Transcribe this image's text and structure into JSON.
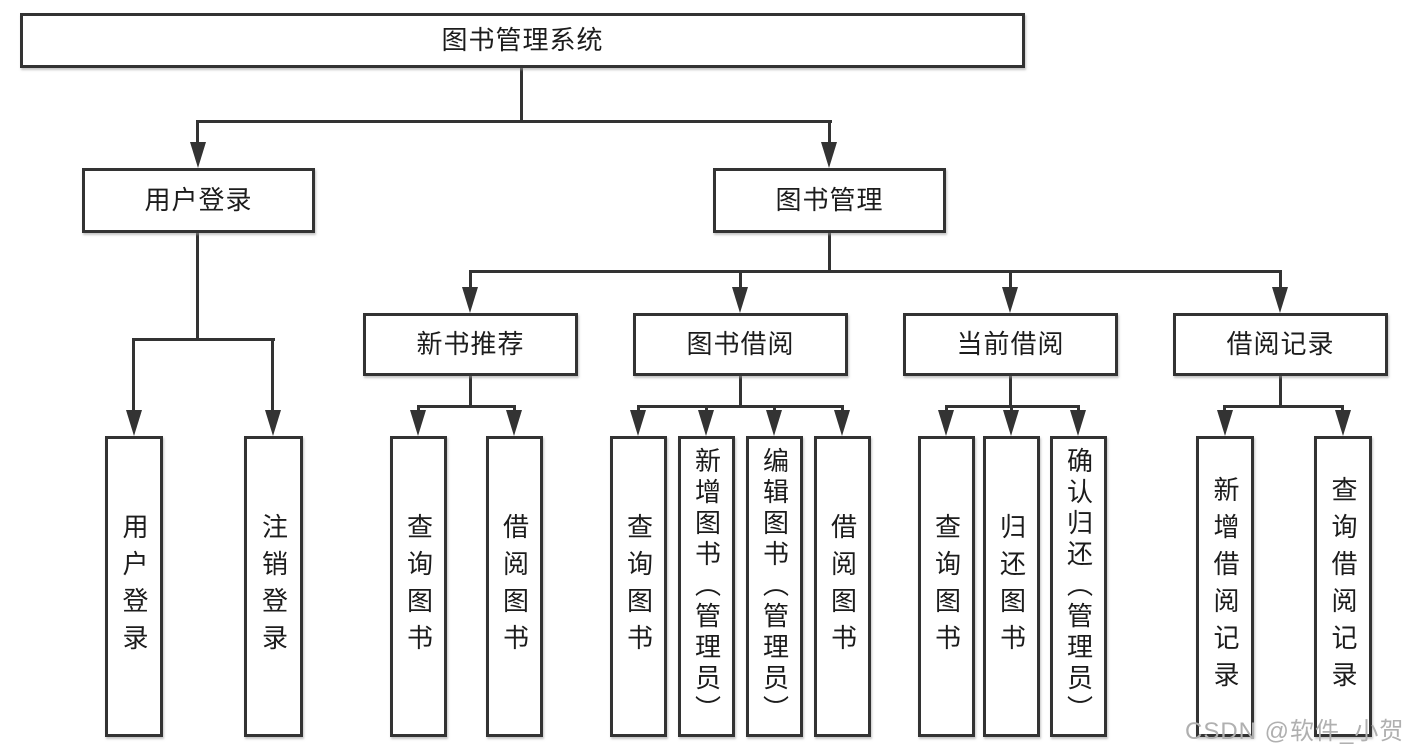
{
  "tree": {
    "label": "图书管理系统",
    "children": [
      {
        "label": "用户登录",
        "children": [
          {
            "label": "用户登录"
          },
          {
            "label": "注销登录"
          }
        ]
      },
      {
        "label": "图书管理",
        "children": [
          {
            "label": "新书推荐",
            "children": [
              {
                "label": "查询图书"
              },
              {
                "label": "借阅图书"
              }
            ]
          },
          {
            "label": "图书借阅",
            "children": [
              {
                "label": "查询图书"
              },
              {
                "label": "新增图书（管理员）"
              },
              {
                "label": "编辑图书（管理员）"
              },
              {
                "label": "借阅图书"
              }
            ]
          },
          {
            "label": "当前借阅",
            "children": [
              {
                "label": "查询图书"
              },
              {
                "label": "归还图书"
              },
              {
                "label": "确认归还（管理员）"
              }
            ]
          },
          {
            "label": "借阅记录",
            "children": [
              {
                "label": "新增借阅记录"
              },
              {
                "label": "查询借阅记录"
              }
            ]
          }
        ]
      }
    ]
  },
  "watermark": {
    "text": "CSDN @软件_小贺同学"
  },
  "colors": {
    "line": "#333333",
    "box_border": "#333333",
    "box_fill": "#ffffff",
    "text": "#1c1c1c",
    "watermark": "#b0b0b0",
    "background": "#ffffff"
  }
}
